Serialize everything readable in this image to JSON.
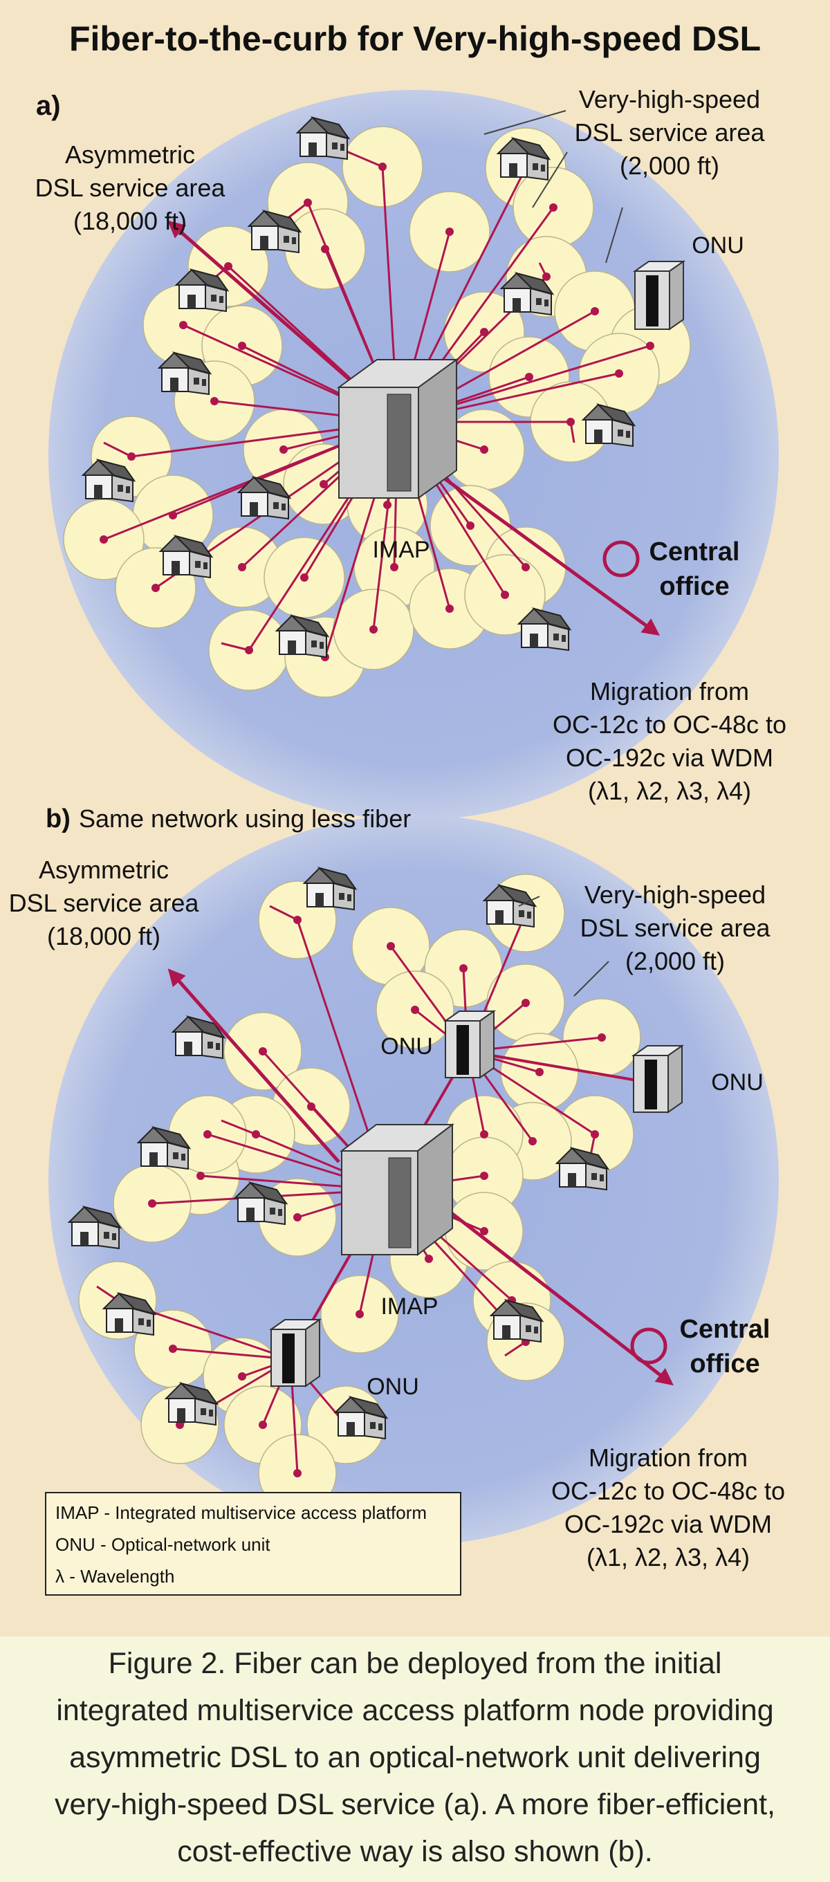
{
  "title": "Fiber-to-the-curb for Very-high-speed DSL",
  "colors": {
    "background": "#f4e5c6",
    "area": "#a9b8e2",
    "cell": "#fbf5c6",
    "fiber": "#b0154e",
    "text": "#111111",
    "caption_background": "#f6f6dc"
  },
  "panel_a": {
    "label": "a)",
    "adsl_area": [
      "Asymmetric",
      "DSL service area",
      "(18,000 ft)"
    ],
    "vdsl_area": [
      "Very-high-speed",
      "DSL service area",
      "(2,000 ft)"
    ],
    "onu_label": "ONU",
    "imap_label": "IMAP",
    "central_office": [
      "Central",
      "office"
    ],
    "migration": [
      "Migration from",
      "OC-12c to OC-48c to",
      "OC-192c via WDM",
      "(λ1, λ2, λ3, λ4)"
    ]
  },
  "panel_b": {
    "label_letter": "b)",
    "label_text": "Same network using less fiber",
    "adsl_area": [
      "Asymmetric",
      "DSL service area",
      "(18,000 ft)"
    ],
    "vdsl_area": [
      "Very-high-speed",
      "DSL service area",
      "(2,000 ft)"
    ],
    "onu_labels": [
      "ONU",
      "ONU",
      "ONU"
    ],
    "imap_label": "IMAP",
    "central_office": [
      "Central",
      "office"
    ],
    "migration": [
      "Migration from",
      "OC-12c to OC-48c to",
      "OC-192c via WDM",
      "(λ1, λ2, λ3, λ4)"
    ]
  },
  "legend": [
    "IMAP - Integrated multiservice access platform",
    "ONU - Optical-network unit",
    "λ - Wavelength"
  ],
  "caption": [
    "Figure 2. Fiber can be deployed from the initial",
    "integrated multiservice access platform node providing",
    "asymmetric DSL to an optical-network unit delivering",
    "very-high-speed DSL service (a). A more fiber-efficient,",
    "cost-effective way is also shown (b)."
  ]
}
